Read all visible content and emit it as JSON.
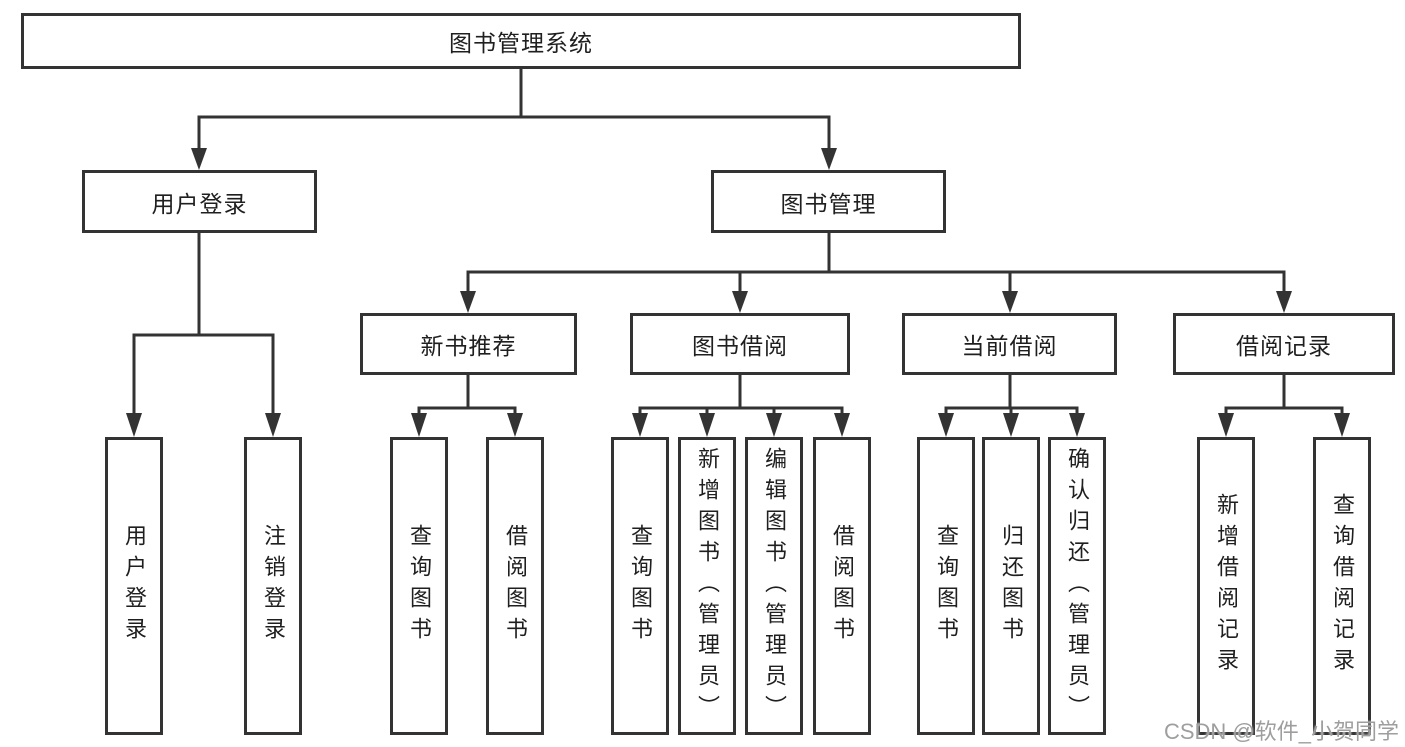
{
  "colors": {
    "line": "#333333",
    "text": "#1f1f1f",
    "watermark": "#9e9e9e",
    "background": "#ffffff"
  },
  "tree": {
    "root": {
      "label": "图书管理系统"
    },
    "branches": [
      {
        "label": "用户登录",
        "children": [
          {
            "label": "用户登录"
          },
          {
            "label": "注销登录"
          }
        ]
      },
      {
        "label": "图书管理",
        "children": [
          {
            "label": "新书推荐",
            "children": [
              {
                "label": "查询图书"
              },
              {
                "label": "借阅图书"
              }
            ]
          },
          {
            "label": "图书借阅",
            "children": [
              {
                "label": "查询图书"
              },
              {
                "label": "新增图书（管理员）"
              },
              {
                "label": "编辑图书（管理员）"
              },
              {
                "label": "借阅图书"
              }
            ]
          },
          {
            "label": "当前借阅",
            "children": [
              {
                "label": "查询图书"
              },
              {
                "label": "归还图书"
              },
              {
                "label": "确认归还（管理员）"
              }
            ]
          },
          {
            "label": "借阅记录",
            "children": [
              {
                "label": "新增借阅记录"
              },
              {
                "label": "查询借阅记录"
              }
            ]
          }
        ]
      }
    ]
  },
  "watermark": {
    "text": "CSDN @软件_小贺同学"
  }
}
